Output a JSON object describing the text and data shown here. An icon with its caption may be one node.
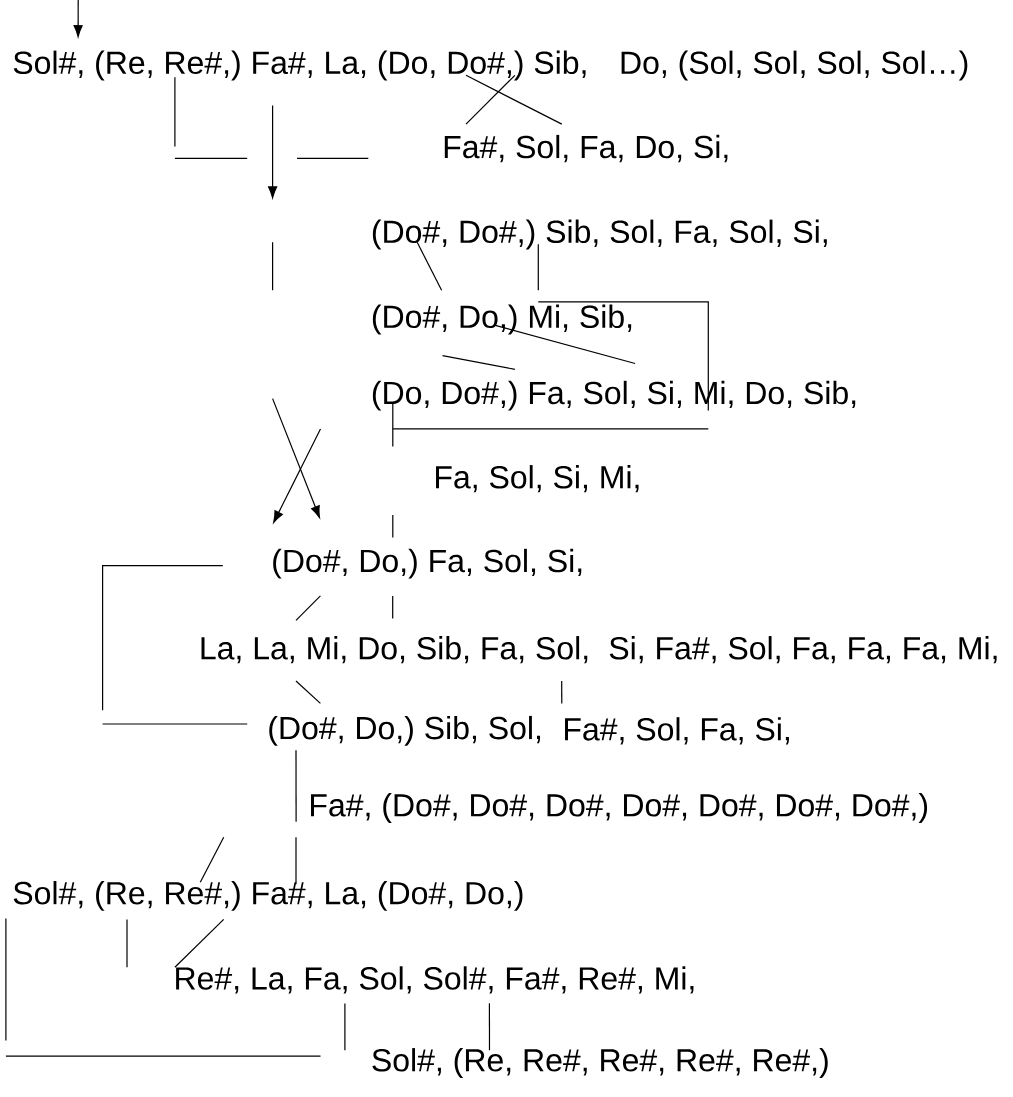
{
  "diagram": {
    "nodes": [
      {
        "text": [
          "Sol#, (Re, Re#,) Fa#, La, (Do, Do#,) Sib,"
        ]
      },
      {
        "text": [
          "Do, (Sol, Sol, Sol, Sol…)"
        ]
      },
      {
        "text": [
          "Fa#, Sol, Fa, Do, Si,"
        ]
      },
      {
        "text": [
          "(Do#, Do#,) Sib, Sol, Fa, Sol, Si,"
        ]
      },
      {
        "text": [
          "(Do#, Do,) Mi, Sib,"
        ]
      },
      {
        "text": [
          "(Do, Do#,) Fa, Sol, Si, Mi, Do, Sib,"
        ]
      },
      {
        "text": [
          "Fa, Sol, Si, Mi,"
        ]
      },
      {
        "text": [
          "(Do#, Do,) Fa, Sol, Si,"
        ]
      },
      {
        "text": [
          "La, La, Mi, Do, Sib, Fa, Sol,"
        ]
      },
      {
        "text": [
          "Si, Fa#, Sol, Fa, Fa, Fa, Mi,"
        ]
      },
      {
        "text": [
          "(Do#, Do,) Sib, Sol,"
        ]
      },
      {
        "text": [
          "Fa#, Sol, Fa, Si,"
        ]
      },
      {
        "text": [
          "Fa#, (Do#, Do#, Do#, Do#, Do#, Do#, Do#,)"
        ]
      },
      {
        "text": [
          "Sol#, (Re, Re#,) Fa#, La, (Do#, Do,)"
        ]
      },
      {
        "text": [
          "Re#, La, Fa, Sol, Sol#, Fa#, Re#, Mi,"
        ]
      },
      {
        "text": [
          "Sol#, (Re, Re#, Re#, Re#, Re#,)"
        ]
      }
    ],
    "edges": [
      {
        "from": null,
        "to": 0,
        "arrow": "to"
      },
      {
        "from": 0,
        "to": null,
        "arrow": "to"
      },
      {
        "from": null,
        "to": 7,
        "arrow": "to"
      },
      {
        "from": null,
        "to": 7,
        "arrow": "to"
      },
      {
        "from": 0,
        "to": 2,
        "arrow": "none"
      },
      {
        "from": 0,
        "to": 2,
        "arrow": "none"
      },
      {
        "from": 3,
        "to": 4,
        "arrow": "none"
      },
      {
        "from": 3,
        "to": 4,
        "arrow": "none"
      },
      {
        "from": 4,
        "to": 5,
        "arrow": "none"
      },
      {
        "from": 4,
        "to": 5,
        "arrow": "none"
      },
      {
        "from": 7,
        "to": 8,
        "arrow": "none"
      },
      {
        "from": 7,
        "to": 8,
        "arrow": "none"
      },
      {
        "from": 8,
        "to": 10,
        "arrow": "none"
      },
      {
        "from": 8,
        "to": 11,
        "arrow": "none"
      },
      {
        "from": 10,
        "to": 12,
        "arrow": "none"
      },
      {
        "from": 13,
        "to": 14,
        "arrow": "none"
      },
      {
        "from": 14,
        "to": 15,
        "arrow": "none"
      }
    ]
  }
}
